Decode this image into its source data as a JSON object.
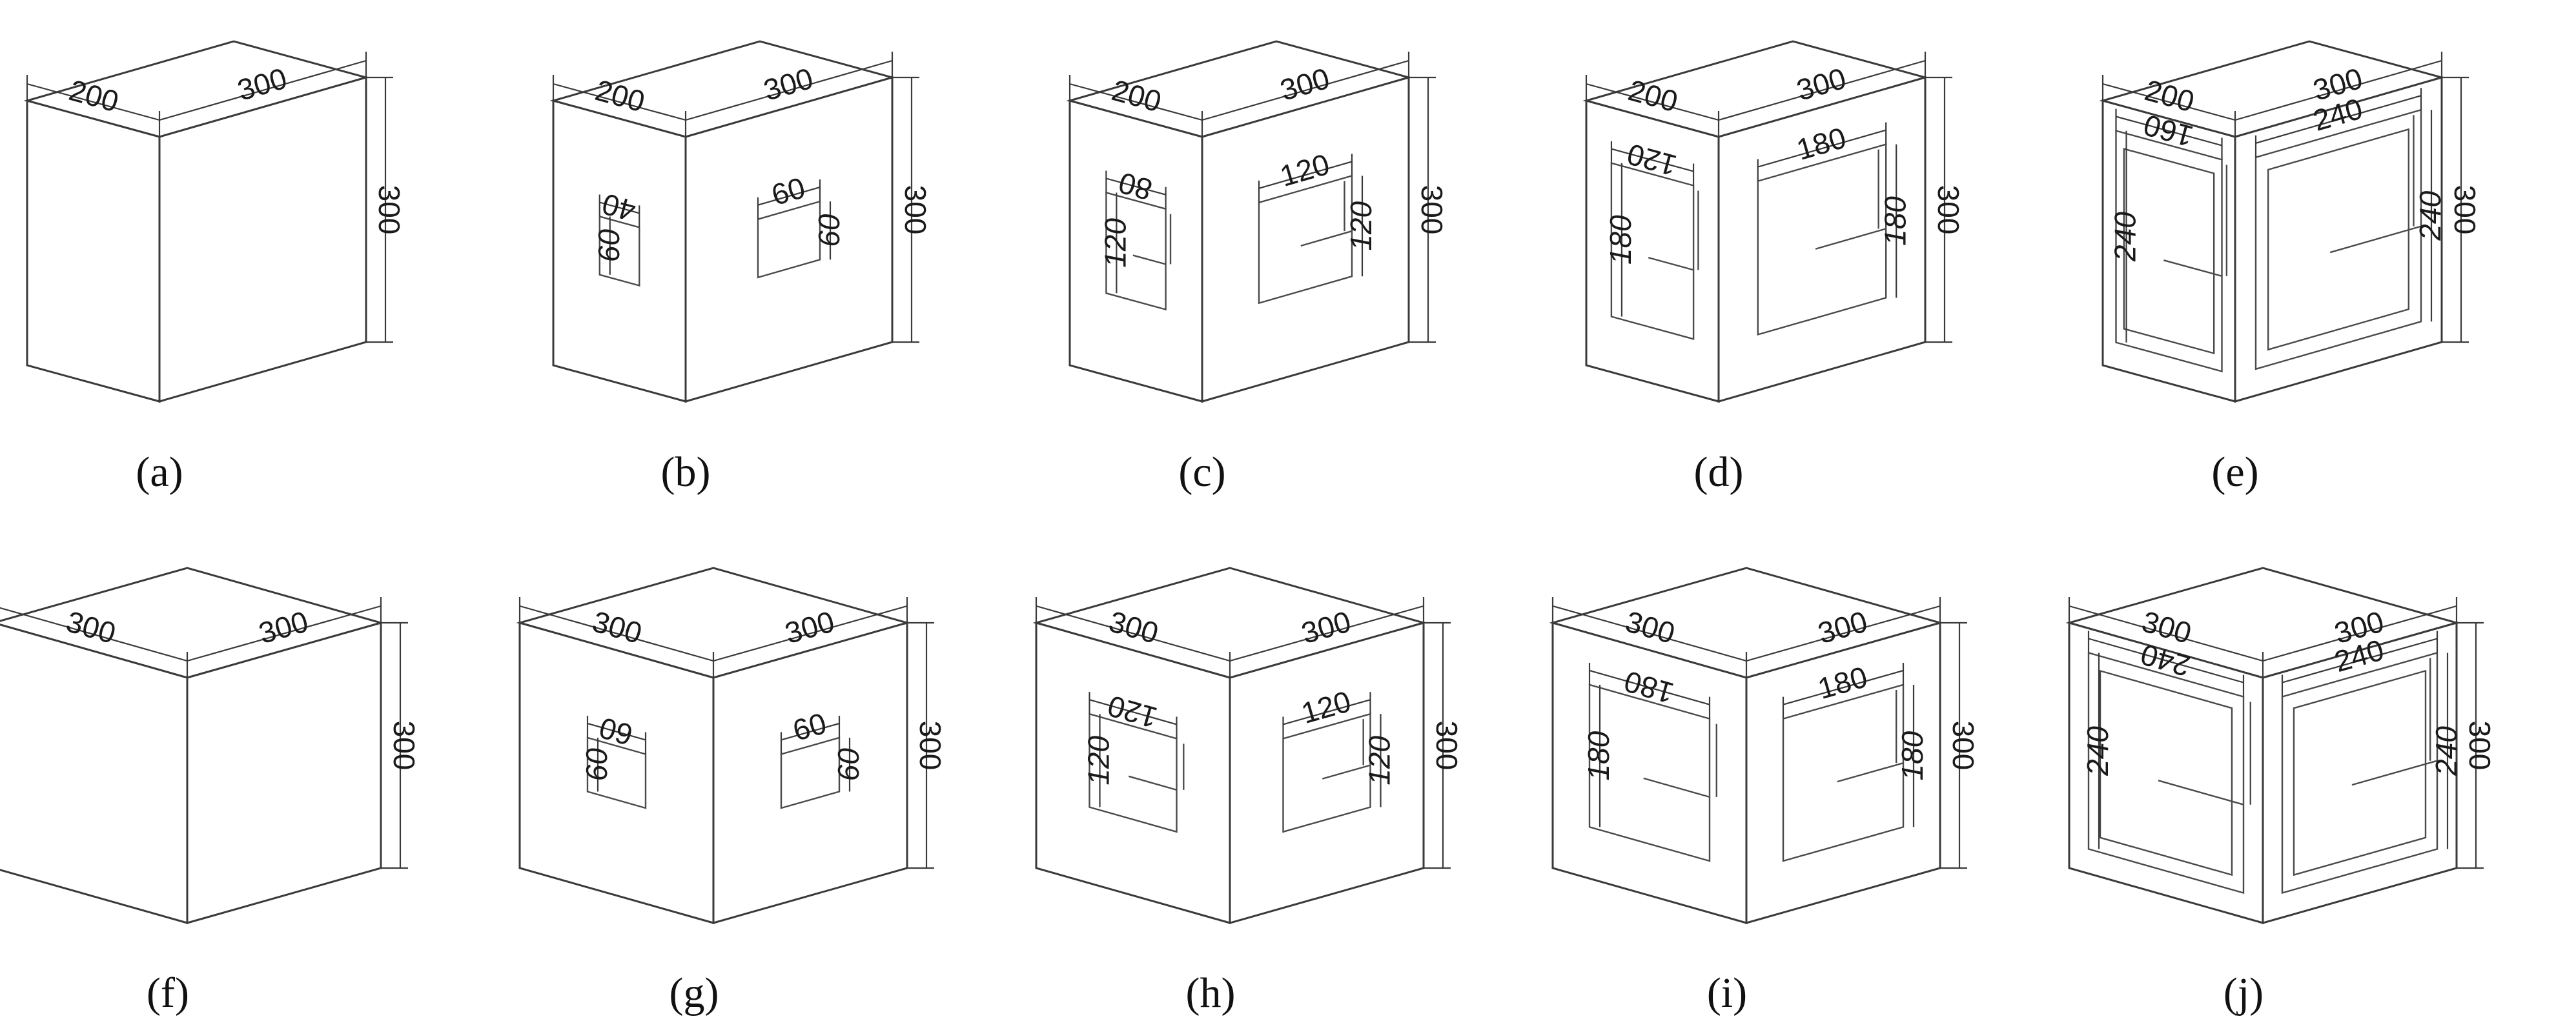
{
  "panels": [
    {
      "caption": "(a)",
      "left_width": "200",
      "right_width": "300",
      "height": "300",
      "opening": "none"
    },
    {
      "caption": "(b)",
      "left_width": "200",
      "right_width": "300",
      "height": "300",
      "opening": "small",
      "left_open": {
        "w": "40",
        "h": "60"
      },
      "right_open": {
        "w": "60",
        "h": "60"
      }
    },
    {
      "caption": "(c)",
      "left_width": "200",
      "right_width": "300",
      "height": "300",
      "opening": "medium",
      "left_open": {
        "w": "80",
        "h": "120"
      },
      "right_open": {
        "w": "120",
        "h": "120"
      }
    },
    {
      "caption": "(d)",
      "left_width": "200",
      "right_width": "300",
      "height": "300",
      "opening": "large",
      "left_open": {
        "w": "120",
        "h": "180"
      },
      "right_open": {
        "w": "180",
        "h": "180"
      }
    },
    {
      "caption": "(e)",
      "left_width": "200",
      "right_width": "300",
      "height": "300",
      "opening": "frame",
      "left_open": {
        "w": "160",
        "h": "240"
      },
      "right_open": {
        "w": "240",
        "h": "240"
      }
    },
    {
      "caption": "(f)",
      "left_width": "300",
      "right_width": "300",
      "height": "300",
      "opening": "none"
    },
    {
      "caption": "(g)",
      "left_width": "300",
      "right_width": "300",
      "height": "300",
      "opening": "small",
      "left_open": {
        "w": "60",
        "h": "60"
      },
      "right_open": {
        "w": "60",
        "h": "60"
      }
    },
    {
      "caption": "(h)",
      "left_width": "300",
      "right_width": "300",
      "height": "300",
      "opening": "medium",
      "left_open": {
        "w": "120",
        "h": "120"
      },
      "right_open": {
        "w": "120",
        "h": "120"
      }
    },
    {
      "caption": "(i)",
      "left_width": "300",
      "right_width": "300",
      "height": "300",
      "opening": "large",
      "left_open": {
        "w": "180",
        "h": "180"
      },
      "right_open": {
        "w": "180",
        "h": "180"
      }
    },
    {
      "caption": "(j)",
      "left_width": "300",
      "right_width": "300",
      "height": "300",
      "opening": "frame",
      "left_open": {
        "w": "240",
        "h": "240"
      },
      "right_open": {
        "w": "240",
        "h": "240"
      }
    }
  ]
}
